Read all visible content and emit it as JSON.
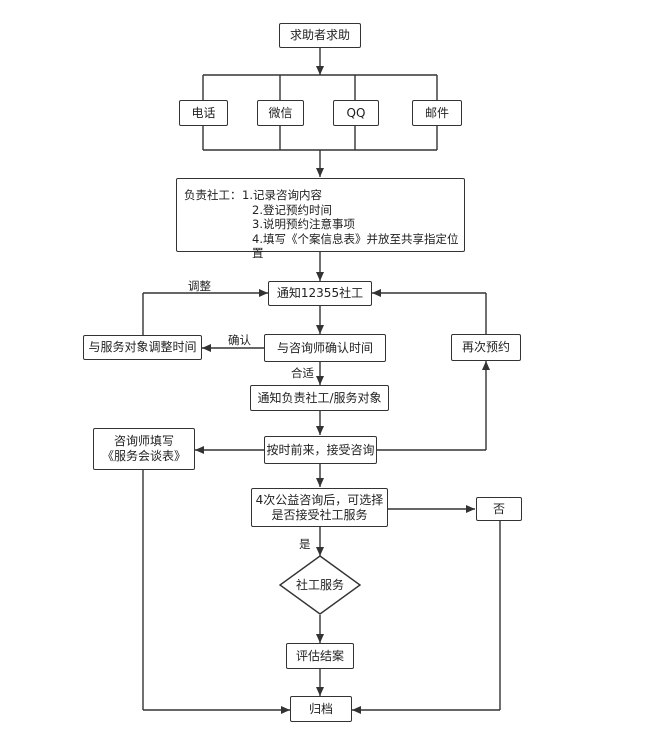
{
  "nodes": {
    "seek_help": "求助者求助",
    "phone": "电话",
    "wechat": "微信",
    "qq": "QQ",
    "mail": "邮件",
    "worker_title": "负责社工：",
    "worker_items": [
      "1.记录咨询内容",
      "2.登记预约时间",
      "3.说明预约注意事项",
      "4.填写《个案信息表》并放至共享指定位置"
    ],
    "notify_12355": "通知12355社工",
    "adjust_time": "与服务对象调整时间",
    "confirm_time": "与咨询师确认时间",
    "rebook": "再次预约",
    "notify_worker": "通知负责社工/服务对象",
    "counselor_fill": [
      "咨询师填写",
      "《服务会谈表》"
    ],
    "on_time": "按时前来，接受咨询",
    "choose_lines": [
      "4次公益咨询后，可选择",
      "是否接受社工服务"
    ],
    "no": "否",
    "social_service": "社工服务",
    "evaluate": "评估结案",
    "archive": "归档"
  },
  "edge_labels": {
    "adjust": "调整",
    "confirm": "确认",
    "suitable": "合适",
    "yes": "是"
  }
}
